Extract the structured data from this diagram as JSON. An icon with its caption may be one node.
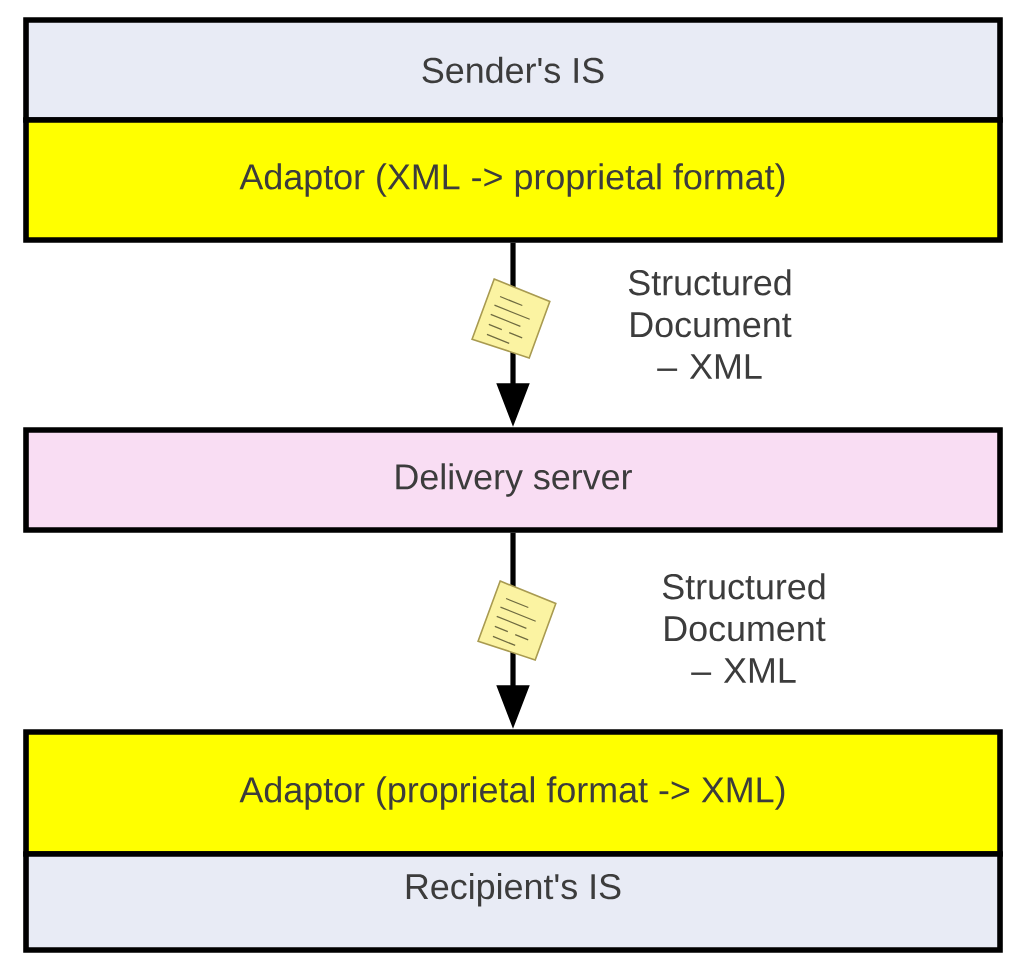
{
  "diagram": {
    "nodes": [
      {
        "text": [
          "Sender's IS"
        ]
      },
      {
        "text": [
          "Adaptor (XML -> proprietal format)"
        ]
      },
      {
        "text": [
          "Delivery server"
        ]
      },
      {
        "text": [
          "Adaptor (proprietal format -> XML)"
        ]
      },
      {
        "text": [
          "Recipient's IS"
        ]
      }
    ],
    "edges": [
      {
        "from": 1,
        "to": 2,
        "arrow": "to",
        "label": "Structured Document – XML"
      },
      {
        "from": 2,
        "to": 3,
        "arrow": "to",
        "label": "Structured Document – XML"
      }
    ]
  }
}
